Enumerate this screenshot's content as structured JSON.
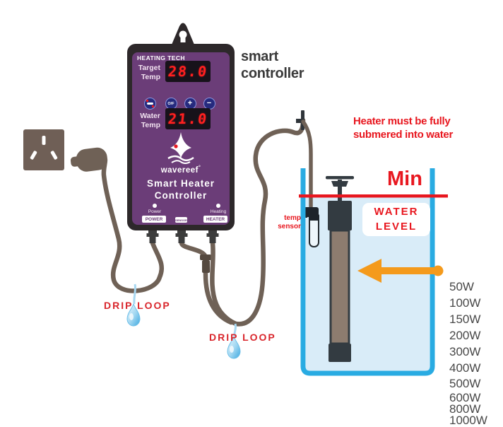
{
  "controller": {
    "brand": "HEATING TECH",
    "target_temp": {
      "label_line1": "Target",
      "label_line2": "Temp",
      "value": "28.0"
    },
    "water_temp": {
      "label_line1": "Water",
      "label_line2": "Temp",
      "value": "21.0"
    },
    "buttons": {
      "onoff": "O/F",
      "plus": "+",
      "minus": "−"
    },
    "logo": {
      "text": "wavereef",
      "mark": "°"
    },
    "product_line1": "Smart Heater",
    "product_line2": "Controller",
    "leds": {
      "power": "Power",
      "heating": "Heating"
    },
    "ports": {
      "left": "POWER",
      "middle": "SENSOR",
      "right": "HEATER"
    }
  },
  "labels": {
    "smart_controller_line1": "smart",
    "smart_controller_line2": "controller",
    "warning_line1": "Heater must be fully",
    "warning_line2": "submered into water",
    "min": "Min",
    "water_level_line1": "WATER",
    "water_level_line2": "LEVEL",
    "temp_sensor_line1": "temp",
    "temp_sensor_line2": "sensor",
    "drip_loop_left": "DRIP LOOP",
    "drip_loop_right": "DRIP LOOP"
  },
  "wattages": [
    "50W",
    "100W",
    "150W",
    "200W",
    "300W",
    "400W",
    "500W",
    "600W",
    "800W",
    "1000W"
  ],
  "colors": {
    "controller_purple": "#6b3d78",
    "controller_frame": "#2d282a",
    "display_red": "#ff2020",
    "button_navy": "#262a7e",
    "cable_brown": "#6f6156",
    "tank_blue": "#29abe2",
    "water_blue": "#d9ecf8",
    "alert_red": "#e8171f",
    "arrow_orange": "#f49a1c",
    "text_dark": "#3a3a3a"
  }
}
